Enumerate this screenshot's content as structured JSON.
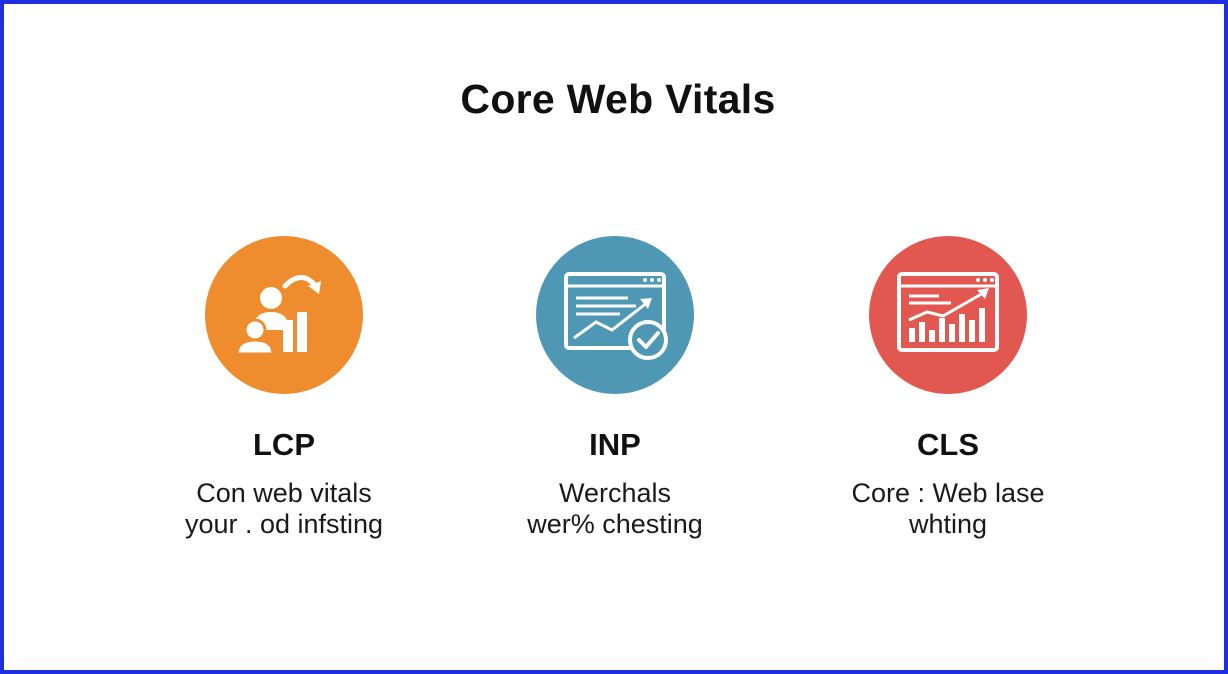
{
  "title": "Core Web Vitals",
  "colors": {
    "lcp": "#ee8c2e",
    "inp": "#4e97b5",
    "cls": "#e2574f",
    "frame": "#1f2fe0"
  },
  "metrics": [
    {
      "label": "LCP",
      "icon": "people-chart-icon",
      "lines": [
        "Con web vitals",
        "your . od infsting"
      ]
    },
    {
      "label": "INP",
      "icon": "browser-check-icon",
      "lines": [
        "Werchals",
        "wer% chesting"
      ]
    },
    {
      "label": "CLS",
      "icon": "browser-bar-chart-icon",
      "lines": [
        "Core : Web lase",
        "whting"
      ]
    }
  ]
}
